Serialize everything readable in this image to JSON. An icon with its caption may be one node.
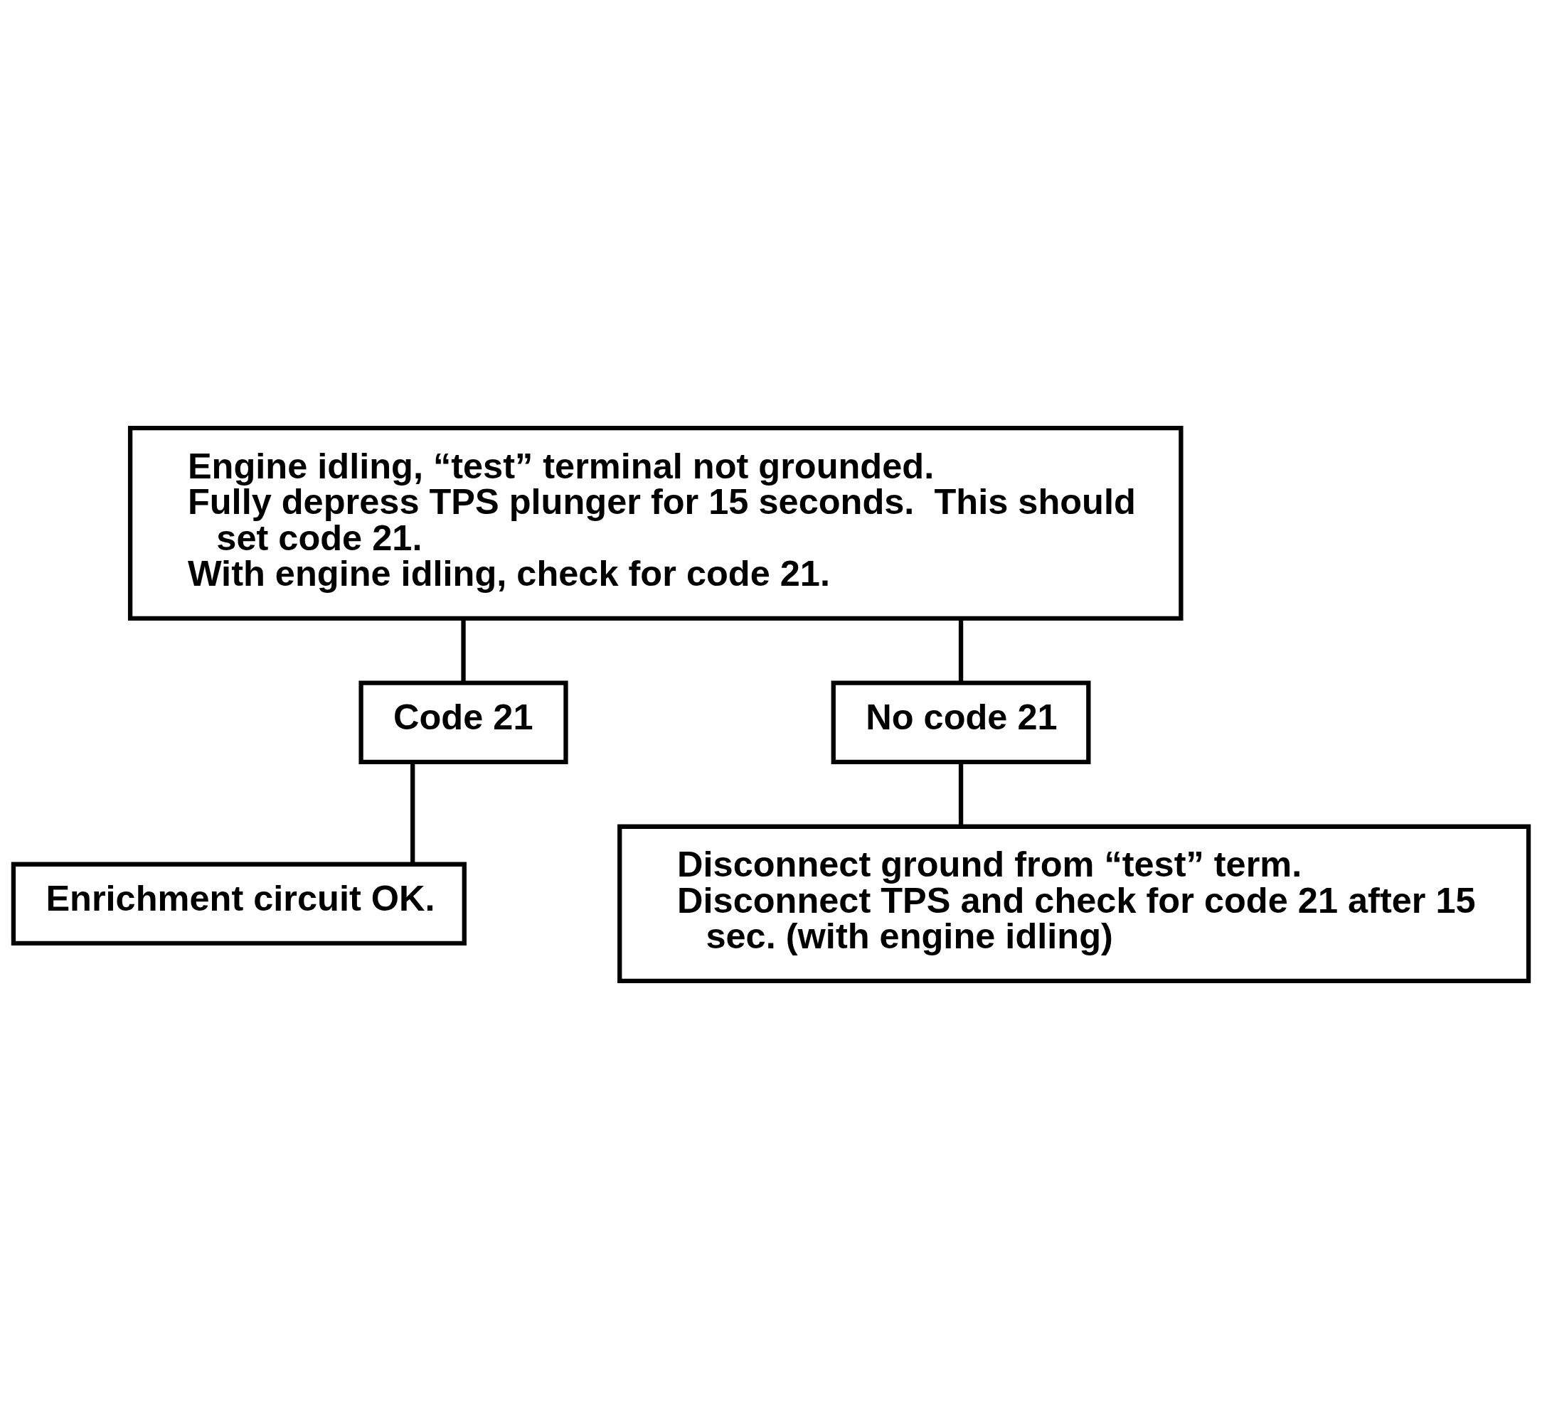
{
  "diagram": {
    "nodes": [
      {
        "text": [
          "Engine idling, “test” terminal not grounded.",
          "Fully depress TPS plunger for 15 seconds.  This should set code 21.",
          "With engine idling, check for code 21."
        ]
      },
      {
        "text": [
          "Code 21"
        ]
      },
      {
        "text": [
          "No code 21"
        ]
      },
      {
        "text": [
          "Enrichment circuit OK."
        ]
      },
      {
        "text": [
          "Disconnect ground from “test” term.",
          "Disconnect TPS and check for code 21 after 15 sec. (with engine idling)"
        ]
      }
    ],
    "edges": [
      {
        "from": 0,
        "to": 1,
        "arrow": "none"
      },
      {
        "from": 0,
        "to": 2,
        "arrow": "none"
      },
      {
        "from": 1,
        "to": 3,
        "arrow": "none"
      },
      {
        "from": 2,
        "to": 4,
        "arrow": "none"
      }
    ]
  }
}
